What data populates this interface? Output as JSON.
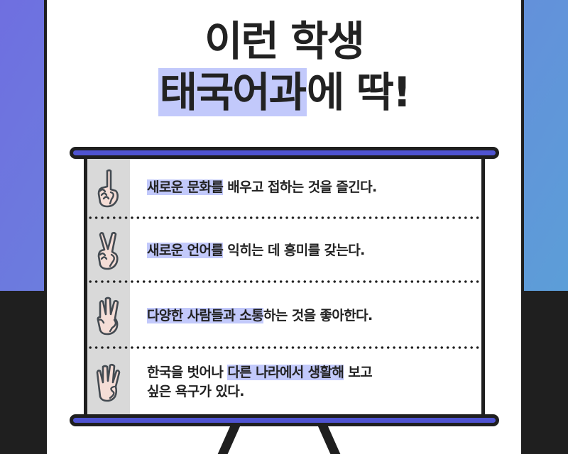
{
  "headline": {
    "line1": "이런 학생",
    "line2_highlight": "태국어과",
    "line2_rest": "에 딱!"
  },
  "colors": {
    "highlight": "#c2c9fb",
    "rail": "#4f53d1",
    "dark": "#1f1f1f",
    "icon_column": "#d9d9d9",
    "skin": "#f5ddd6",
    "bg_gradient_left": "#6f6fe0",
    "bg_gradient_right": "#5c9ed8"
  },
  "items": [
    {
      "icon": "one-finger-hand-icon",
      "highlight": "새로운 문화를",
      "rest": " 배우고 접하는 것을 즐긴다."
    },
    {
      "icon": "two-finger-hand-icon",
      "highlight": "새로운 언어를",
      "rest": " 익히는 데 흥미를 갖는다."
    },
    {
      "icon": "three-finger-hand-icon",
      "highlight": "다양한 사람들과 소통",
      "rest": "하는 것을 좋아한다."
    },
    {
      "icon": "four-finger-hand-icon",
      "pre": "한국을 벗어나 ",
      "highlight": "다른 나라에서 생활해",
      "rest": " 보고",
      "line2": "싶은 욕구가 있다."
    }
  ]
}
